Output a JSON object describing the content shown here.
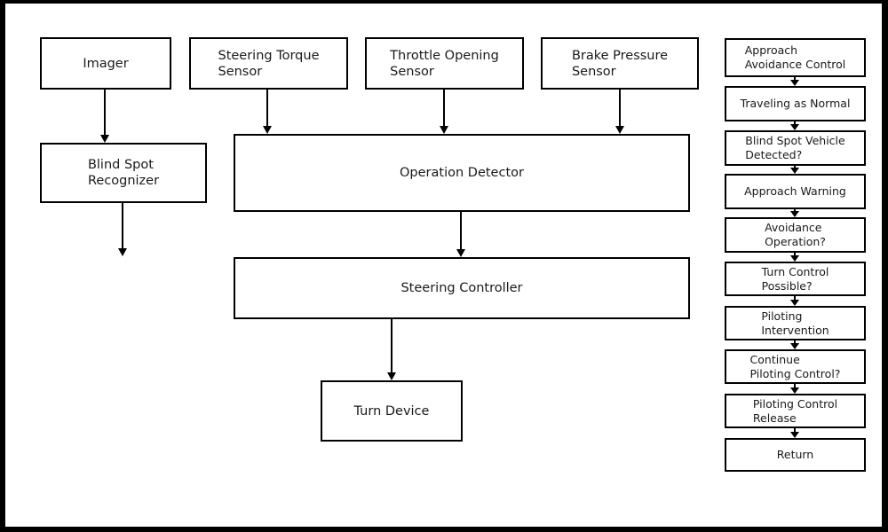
{
  "figure": {
    "background_color": "#ffffff",
    "line_color": "#000000",
    "main_boxes": [
      {
        "id": "imager",
        "label": "Imager"
      },
      {
        "id": "steering-torque-sensor",
        "label": "Steering Torque\nSensor"
      },
      {
        "id": "throttle-opening-sensor",
        "label": "Throttle Opening\nSensor"
      },
      {
        "id": "brake-pressure-sensor",
        "label": "Brake Pressure\nSensor"
      },
      {
        "id": "blind-spot-recognizer",
        "label": "Blind Spot\nRecognizer"
      },
      {
        "id": "operation-detector",
        "label": "Operation Detector"
      },
      {
        "id": "steering-controller",
        "label": "Steering Controller"
      },
      {
        "id": "turn-device",
        "label": "Turn Device"
      }
    ],
    "flow_steps": [
      {
        "label": "Approach\nAvoidance Control"
      },
      {
        "label": "Traveling as Normal"
      },
      {
        "label": "Blind Spot Vehicle\nDetected?"
      },
      {
        "label": "Approach Warning"
      },
      {
        "label": "Avoidance\nOperation?"
      },
      {
        "label": "Turn Control\nPossible?"
      },
      {
        "label": "Piloting\nIntervention"
      },
      {
        "label": "Continue\nPiloting Control?"
      },
      {
        "label": "Piloting Control\nRelease"
      },
      {
        "label": "Return"
      }
    ]
  }
}
